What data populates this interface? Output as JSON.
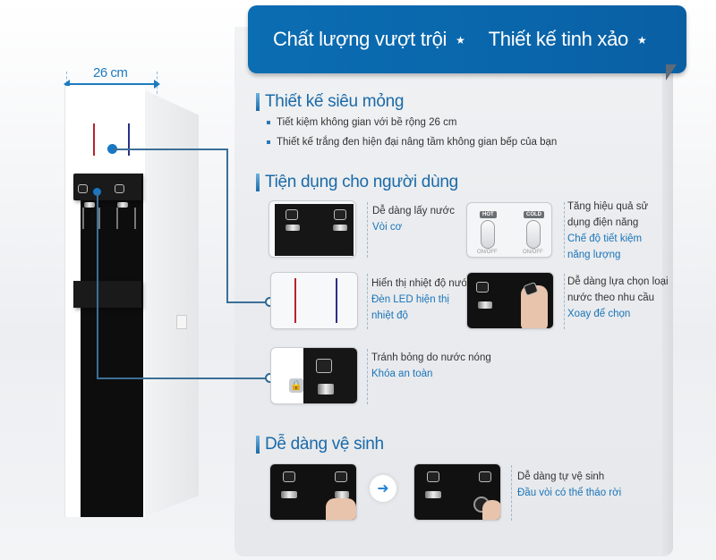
{
  "header": {
    "slogan_1": "Chất lượng vượt trội",
    "slogan_2": "Thiết kế tinh xảo",
    "star_icon": "★",
    "color": "#0b6db2"
  },
  "product": {
    "width_label": "26 cm"
  },
  "sections": {
    "design": {
      "title": "Thiết kế siêu mỏng",
      "bullets": [
        "Tiết kiệm không gian với bề rộng 26 cm",
        "Thiết kế trắng đen hiện đại nâng tầm không gian bếp của bạn"
      ]
    },
    "convenience": {
      "title": "Tiện dụng cho người dùng",
      "features": [
        {
          "title": "Dễ dàng lấy nước",
          "subtitle": "Vòi cơ"
        },
        {
          "title_line1": "Tăng hiệu quả sử",
          "title_line2": "dụng điện năng",
          "subtitle_line1": "Chế độ tiết kiệm",
          "subtitle_line2": "năng lượng",
          "switches": [
            {
              "label": "HOT",
              "sub": "ON/OFF"
            },
            {
              "label": "COLD",
              "sub": "ON/OFF"
            }
          ]
        },
        {
          "title": "Hiển thị nhiệt độ nước",
          "subtitle_line1": "Đèn LED hiện thị",
          "subtitle_line2": "nhiệt độ"
        },
        {
          "title_line1": "Dễ dàng lựa chọn loại",
          "title_line2": "nước theo nhu cầu",
          "subtitle": "Xoay để chọn"
        },
        {
          "title": "Tránh bỏng do nước nóng",
          "subtitle": "Khóa an toàn"
        }
      ]
    },
    "cleaning": {
      "title": "Dễ dàng vệ sinh",
      "title_text": "Dễ dàng tự vệ sinh",
      "subtitle": "Đầu vòi có thể tháo rời",
      "arrow_icon": "➜"
    }
  },
  "colors": {
    "accent_blue": "#1a74b8",
    "hot_led": "#b3262b",
    "cold_led": "#2a2f86"
  }
}
